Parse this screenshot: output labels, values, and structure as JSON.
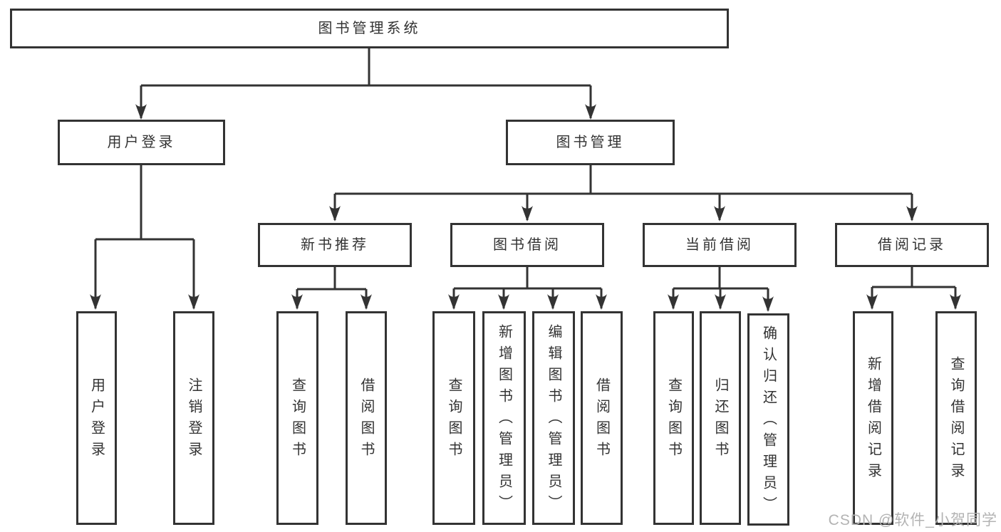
{
  "colors": {
    "line": "#333333",
    "text": "#333333",
    "watermark": "#b3b3b3",
    "background": "#ffffff"
  },
  "watermark": "CSDN @软件_小贺同学",
  "diagram": {
    "title": "图书管理系统",
    "branches": [
      {
        "label": "用户登录",
        "children": [
          "用户登录",
          "注销登录"
        ]
      },
      {
        "label": "图书管理",
        "groups": [
          {
            "label": "新书推荐",
            "children": [
              "查询图书",
              "借阅图书"
            ]
          },
          {
            "label": "图书借阅",
            "children": [
              "查询图书",
              "新增图书（管理员）",
              "编辑图书（管理员）",
              "借阅图书"
            ]
          },
          {
            "label": "当前借阅",
            "children": [
              "查询图书",
              "归还图书",
              "确认归还（管理员）"
            ]
          },
          {
            "label": "借阅记录",
            "children": [
              "新增借阅记录",
              "查询借阅记录"
            ]
          }
        ]
      }
    ]
  }
}
